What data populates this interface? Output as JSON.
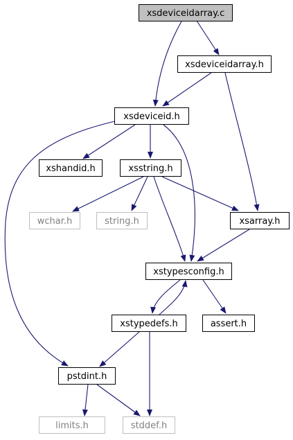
{
  "colors": {
    "edge": "#191970",
    "node_border": "#000000",
    "external_border": "#bfbfbf",
    "external_text": "#808080",
    "root_fill": "#bfbfbf",
    "node_fill": "#ffffff",
    "text": "#000000"
  },
  "nodes": [
    {
      "id": "xsdeviceidarray_c",
      "label": "xsdeviceidarray.c",
      "kind": "root"
    },
    {
      "id": "xsdeviceidarray_h",
      "label": "xsdeviceidarray.h",
      "kind": "normal"
    },
    {
      "id": "xsdeviceid_h",
      "label": "xsdeviceid.h",
      "kind": "normal"
    },
    {
      "id": "xshandid_h",
      "label": "xshandid.h",
      "kind": "normal"
    },
    {
      "id": "xsstring_h",
      "label": "xsstring.h",
      "kind": "normal"
    },
    {
      "id": "wchar_h",
      "label": "wchar.h",
      "kind": "external"
    },
    {
      "id": "string_h",
      "label": "string.h",
      "kind": "external"
    },
    {
      "id": "xsarray_h",
      "label": "xsarray.h",
      "kind": "normal"
    },
    {
      "id": "xstypesconfig_h",
      "label": "xstypesconfig.h",
      "kind": "normal"
    },
    {
      "id": "xstypedefs_h",
      "label": "xstypedefs.h",
      "kind": "normal"
    },
    {
      "id": "assert_h",
      "label": "assert.h",
      "kind": "normal"
    },
    {
      "id": "pstdint_h",
      "label": "pstdint.h",
      "kind": "normal"
    },
    {
      "id": "limits_h",
      "label": "limits.h",
      "kind": "external"
    },
    {
      "id": "stddef_h",
      "label": "stddef.h",
      "kind": "external"
    }
  ],
  "edges": [
    {
      "from": "xsdeviceidarray_c",
      "to": "xsdeviceidarray_h"
    },
    {
      "from": "xsdeviceidarray_c",
      "to": "xsdeviceid_h"
    },
    {
      "from": "xsdeviceidarray_h",
      "to": "xsdeviceid_h"
    },
    {
      "from": "xsdeviceidarray_h",
      "to": "xsarray_h"
    },
    {
      "from": "xsdeviceid_h",
      "to": "xshandid_h"
    },
    {
      "from": "xsdeviceid_h",
      "to": "xsstring_h"
    },
    {
      "from": "xsdeviceid_h",
      "to": "xstypesconfig_h"
    },
    {
      "from": "xsdeviceid_h",
      "to": "pstdint_h"
    },
    {
      "from": "xsstring_h",
      "to": "wchar_h"
    },
    {
      "from": "xsstring_h",
      "to": "string_h"
    },
    {
      "from": "xsstring_h",
      "to": "xsarray_h"
    },
    {
      "from": "xsstring_h",
      "to": "xstypesconfig_h"
    },
    {
      "from": "xsarray_h",
      "to": "xstypesconfig_h"
    },
    {
      "from": "xstypesconfig_h",
      "to": "xstypedefs_h"
    },
    {
      "from": "xstypesconfig_h",
      "to": "assert_h"
    },
    {
      "from": "xstypedefs_h",
      "to": "xstypesconfig_h"
    },
    {
      "from": "xstypedefs_h",
      "to": "pstdint_h"
    },
    {
      "from": "xstypedefs_h",
      "to": "stddef_h"
    },
    {
      "from": "pstdint_h",
      "to": "limits_h"
    },
    {
      "from": "pstdint_h",
      "to": "stddef_h"
    }
  ]
}
